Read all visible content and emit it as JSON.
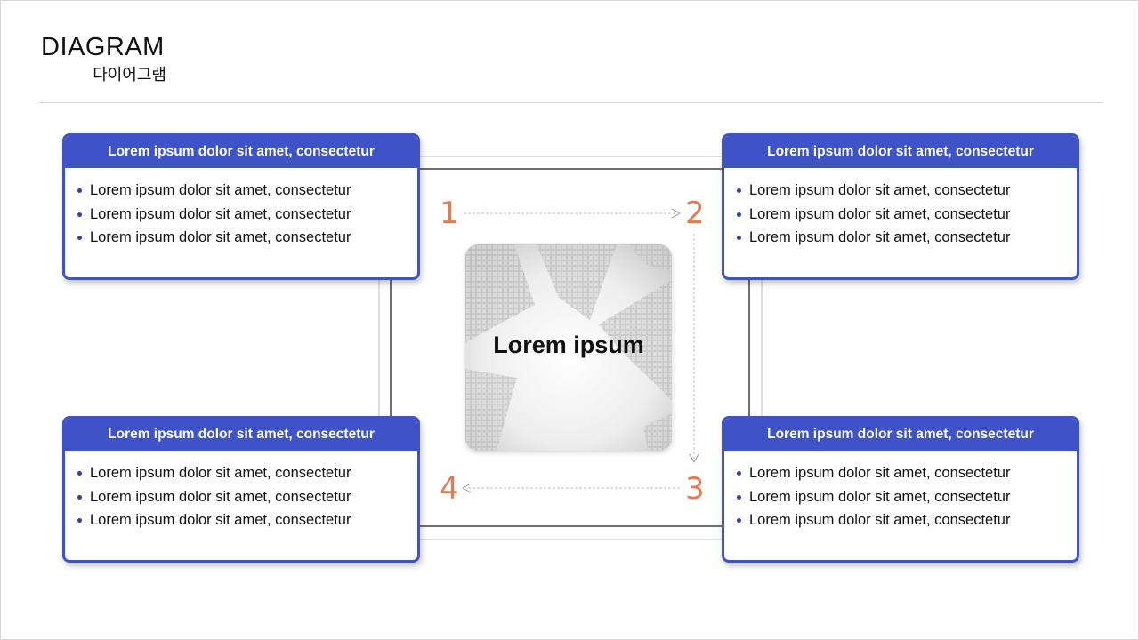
{
  "header": {
    "title_en": "DIAGRAM",
    "title_ko": "다이어그램"
  },
  "center": {
    "label": "Lorem ipsum"
  },
  "steps": [
    "1",
    "2",
    "3",
    "4"
  ],
  "cards": [
    {
      "title": "Lorem ipsum dolor sit amet, consectetur",
      "items": [
        "Lorem ipsum dolor sit amet, consectetur",
        "Lorem ipsum dolor sit amet, consectetur",
        "Lorem ipsum dolor sit amet, consectetur"
      ]
    },
    {
      "title": "Lorem ipsum dolor sit amet, consectetur",
      "items": [
        "Lorem ipsum dolor sit amet, consectetur",
        "Lorem ipsum dolor sit amet, consectetur",
        "Lorem ipsum dolor sit amet, consectetur"
      ]
    },
    {
      "title": "Lorem ipsum dolor sit amet, consectetur",
      "items": [
        "Lorem ipsum dolor sit amet, consectetur",
        "Lorem ipsum dolor sit amet, consectetur",
        "Lorem ipsum dolor sit amet, consectetur"
      ]
    },
    {
      "title": "Lorem ipsum dolor sit amet, consectetur",
      "items": [
        "Lorem ipsum dolor sit amet, consectetur",
        "Lorem ipsum dolor sit amet, consectetur",
        "Lorem ipsum dolor sit amet, consectetur"
      ]
    }
  ],
  "colors": {
    "accent": "#3f53c8",
    "step_number": "#e07b52",
    "connector": "#404040"
  }
}
